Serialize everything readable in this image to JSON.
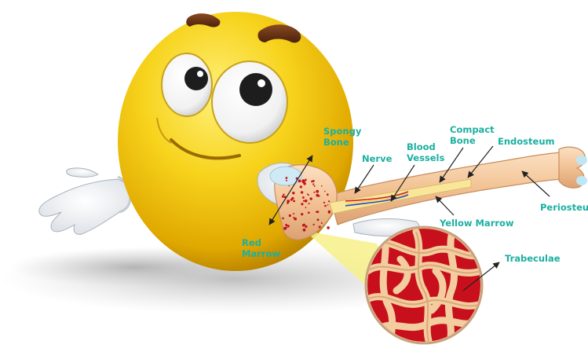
{
  "labels": {
    "spongy_bone": [
      "Spongy",
      "Bone"
    ],
    "nerve": "Nerve",
    "blood_vessels": [
      "Blood",
      "Vessels"
    ],
    "compact_bone": [
      "Compact",
      "Bone"
    ],
    "endosteum": "Endosteum",
    "periosteum": "Periosteum",
    "yellow_marrow": "Yellow Marrow",
    "red_marrow": [
      "Red",
      "Marrow"
    ],
    "trabeculae": "Trabeculae"
  },
  "colors": {
    "label_teal": "#1ab0a0",
    "face_yellow": "#f5d21a",
    "bone_tan": "#f2c79e",
    "marrow_red": "#c0141a",
    "zoom_yellow": "#f7f18a"
  },
  "icons": {
    "character": "smiley-emoji-face",
    "hand": "white-cartoon-glove"
  }
}
